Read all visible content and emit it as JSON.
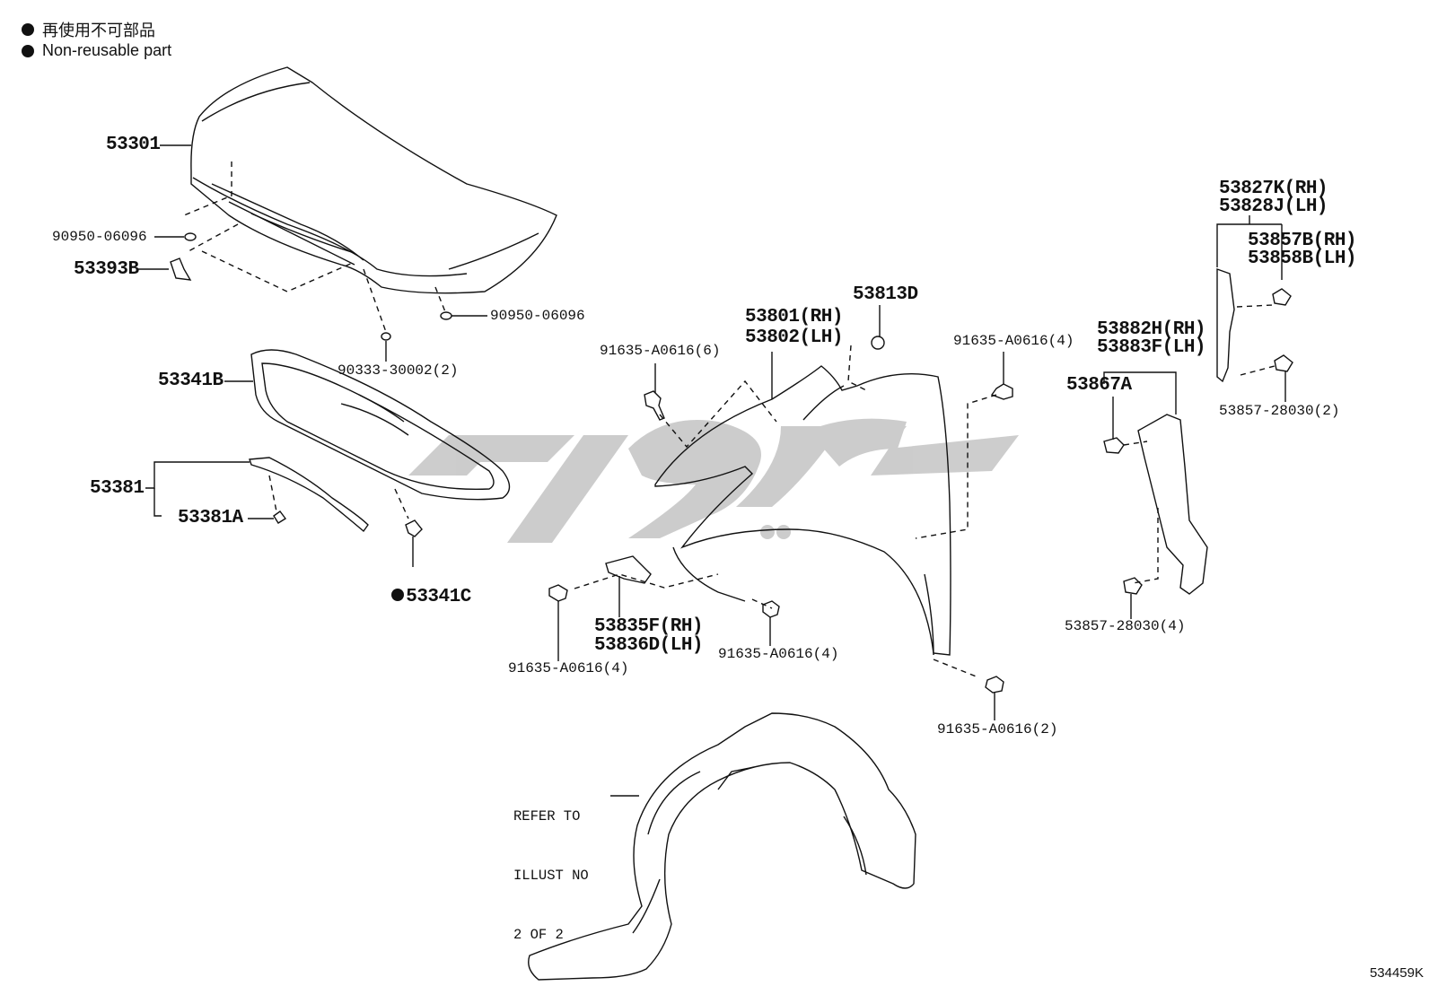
{
  "legend": {
    "jp": "再使用不可部品",
    "en": "Non-reusable part"
  },
  "labels": {
    "p53301": "53301",
    "p90950_a": "90950-06096",
    "p53393B": "53393B",
    "p90950_b": "90950-06096",
    "p90333": "90333-30002(2)",
    "p53341B": "53341B",
    "p53381": "53381",
    "p53381A": "53381A",
    "p53341C": "53341C",
    "p53801": "53801(RH)",
    "p53802": "53802(LH)",
    "p53813D": "53813D",
    "p91635_6": "91635-A0616(6)",
    "p91635_4a": "91635-A0616(4)",
    "p91635_4b": "91635-A0616(4)",
    "p91635_4c": "91635-A0616(4)",
    "p91635_2": "91635-A0616(2)",
    "p53835F": "53835F(RH)",
    "p53836D": "53836D(LH)",
    "p53827K": "53827K(RH)",
    "p53828J": "53828J(LH)",
    "p53857B": "53857B(RH)",
    "p53858B": "53858B(LH)",
    "p53857_2": "53857-28030(2)",
    "p53882H": "53882H(RH)",
    "p53883F": "53883F(LH)",
    "p53867A": "53867A",
    "p53857_4": "53857-28030(4)",
    "refer1": "REFER TO",
    "refer2": "ILLUST NO",
    "refer3": "2 OF 2"
  },
  "illustration_code": "534459K",
  "colors": {
    "ink": "#111111",
    "watermark": "#c4c4c4"
  }
}
